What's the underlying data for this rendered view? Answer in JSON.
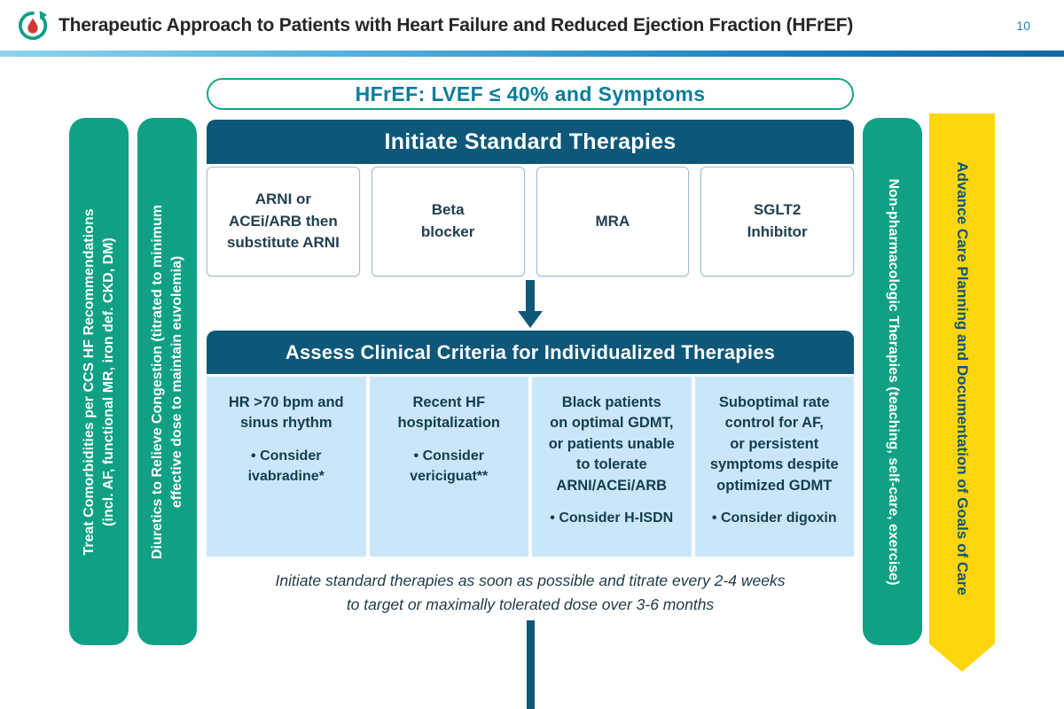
{
  "header": {
    "title": "Therapeutic Approach to Patients with Heart Failure and Reduced Ejection Fraction (HFrEF)",
    "page_number": "10",
    "logo_icon": "ccs-hf-logo"
  },
  "banner": {
    "text": "HFrEF: LVEF ≤ 40% and Symptoms"
  },
  "side_bars": {
    "left": [
      {
        "text": "Treat Comorbidities per CCS HF Recommendations\n(incl. AF, functional MR, iron def. CKD, DM)"
      },
      {
        "text": "Diuretics to Relieve Congestion (titrated to minimum\neffective dose to maintain euvolemia)"
      }
    ],
    "right": {
      "text": "Non-pharmacologic Therapies (teaching, self-care, exercise)"
    },
    "advance_care": {
      "text": "Advance Care Planning and Documentation of Goals of Care"
    }
  },
  "standard_therapies": {
    "header": "Initiate Standard Therapies",
    "boxes": [
      "ARNI or\nACEi/ARB then\nsubstitute ARNI",
      "Beta\nblocker",
      "MRA",
      "SGLT2\nInhibitor"
    ]
  },
  "assessment": {
    "header": "Assess Clinical Criteria for Individualized Therapies",
    "boxes": [
      {
        "heading": "HR >70 bpm and\nsinus rhythm",
        "bullet": "• Consider\nivabradine*"
      },
      {
        "heading": "Recent HF\nhospitalization",
        "bullet": "• Consider\nvericiguat**"
      },
      {
        "heading": "Black patients\non optimal GDMT,\nor patients unable\nto tolerate\nARNI/ACEi/ARB",
        "bullet": "• Consider H-ISDN"
      },
      {
        "heading": "Suboptimal rate\ncontrol for AF,\nor persistent\nsymptoms despite\noptimized GDMT",
        "bullet": "• Consider digoxin"
      }
    ]
  },
  "note": {
    "text": "Initiate standard therapies as soon as possible and titrate every 2-4 weeks\nto target or maximally tolerated dose over 3-6 months"
  },
  "colors": {
    "dark_teal": "#0d5778",
    "green": "#10a184",
    "yellow": "#ffd60b",
    "light_blue": "#c9e7f8",
    "pill_text": "#0a7c99",
    "page_number_blue": "#2e7fbe"
  }
}
